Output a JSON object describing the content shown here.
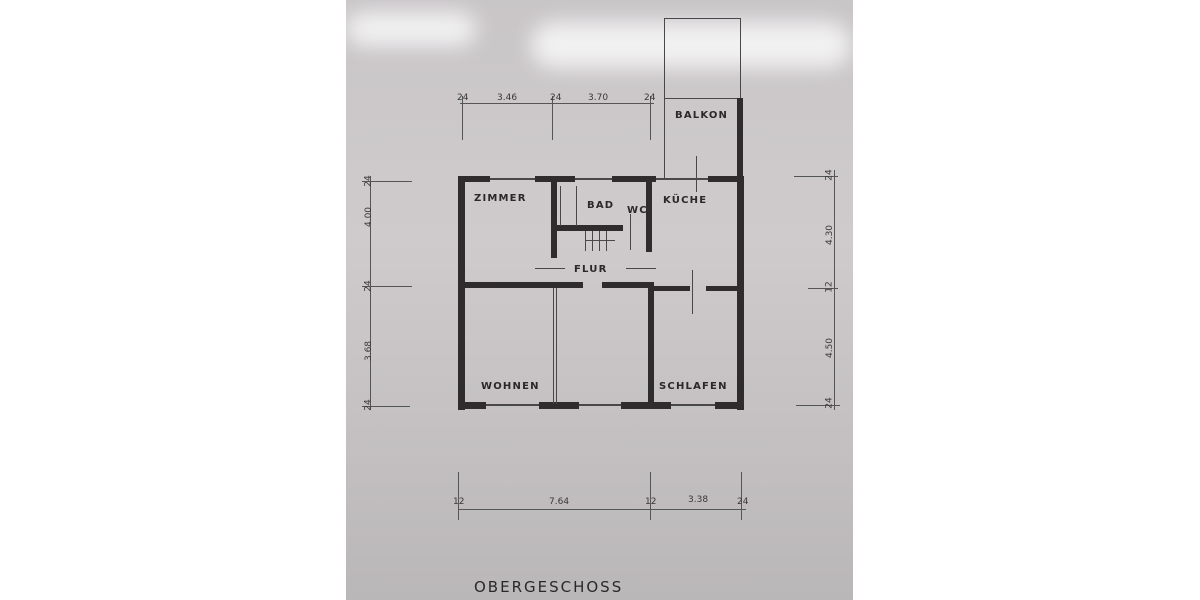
{
  "drawing": {
    "title": "OBERGESCHOSS",
    "rooms": [
      {
        "name": "ZIMMER"
      },
      {
        "name": "BAD"
      },
      {
        "name": "WC"
      },
      {
        "name": "KÜCHE"
      },
      {
        "name": "BALKON"
      },
      {
        "name": "FLUR"
      },
      {
        "name": "WOHNEN"
      },
      {
        "name": "SCHLAFEN"
      }
    ],
    "dimensions": {
      "top": [
        "24",
        "3.46",
        "24",
        "3.70",
        "24"
      ],
      "bottom": [
        "12",
        "7.64",
        "12",
        "3.38",
        "24"
      ],
      "left": [
        "24",
        "4.00",
        "24",
        "3.68",
        "24"
      ],
      "right": [
        "24",
        "4.30",
        "12",
        "4.50",
        "24"
      ]
    }
  },
  "colors": {
    "paper": "#cac7c9",
    "wall": "#2e2c2d",
    "background": "#ffffff"
  }
}
